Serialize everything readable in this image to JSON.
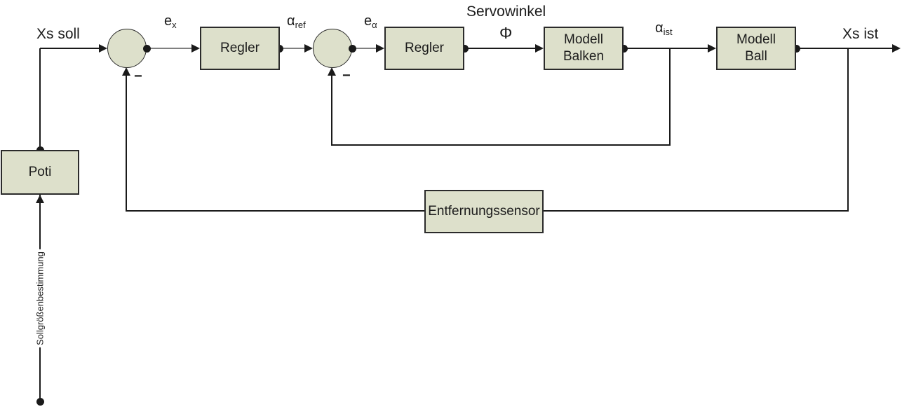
{
  "theme": {
    "block_fill": "#dde0cb",
    "block_border": "#2b2b2b",
    "line_color": "#1a1a1a",
    "connector_gray": "#808080",
    "text_color": "#1c1c1c",
    "background": "#ffffff"
  },
  "blocks": {
    "regler_x": {
      "label": "Regler"
    },
    "regler_alpha": {
      "label": "Regler"
    },
    "modell_balken": {
      "line1": "Modell",
      "line2": "Balken"
    },
    "modell_ball": {
      "line1": "Modell",
      "line2": "Ball"
    },
    "entfernungssensor": {
      "label": "Entfernungssensor"
    },
    "poti": {
      "label": "Poti"
    }
  },
  "signals": {
    "xs_soll": "Xs soll",
    "xs_ist": "Xs ist",
    "e_x": {
      "base": "e",
      "sub": "x"
    },
    "alpha_ref": {
      "base": "α",
      "sub": "ref"
    },
    "e_alpha": {
      "base": "e",
      "sub": "α"
    },
    "alpha_ist": {
      "base": "α",
      "sub": "ist"
    },
    "servowinkel": "Servowinkel",
    "phi": "Φ",
    "sollgroessenbestimmung": "Sollgrößenbestimmung"
  },
  "operators": {
    "minus_x": "−",
    "minus_alpha": "−"
  }
}
